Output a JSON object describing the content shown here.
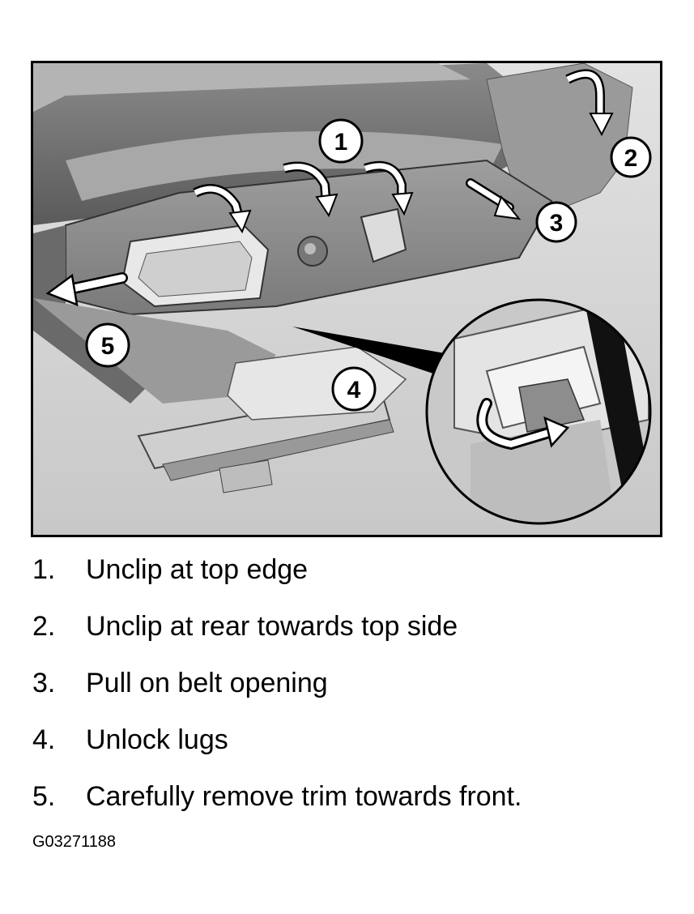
{
  "figure": {
    "callouts": [
      "1",
      "2",
      "3",
      "4",
      "5"
    ]
  },
  "steps": [
    {
      "number": "1.",
      "text": "Unclip at top edge"
    },
    {
      "number": "2.",
      "text": "Unclip at rear towards top side"
    },
    {
      "number": "3.",
      "text": "Pull on belt opening"
    },
    {
      "number": "4.",
      "text": "Unlock lugs"
    },
    {
      "number": "5.",
      "text": "Carefully remove trim towards front."
    }
  ],
  "figure_id": "G03271188"
}
